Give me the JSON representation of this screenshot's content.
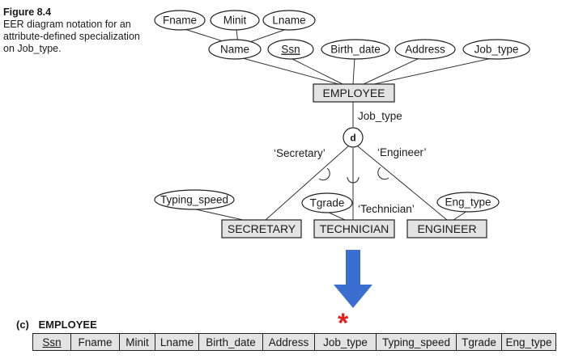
{
  "caption": {
    "figure": "Figure 8.4",
    "description": "EER diagram notation for an attribute-defined specialization on Job_type."
  },
  "diagram": {
    "attributes": {
      "fname": "Fname",
      "minit": "Minit",
      "lname": "Lname",
      "name": "Name",
      "ssn": "Ssn",
      "birth_date": "Birth_date",
      "address": "Address",
      "job_type": "Job_type",
      "typing_speed": "Typing_speed",
      "tgrade": "Tgrade",
      "eng_type": "Eng_type"
    },
    "entities": {
      "employee": "EMPLOYEE",
      "secretary": "SECRETARY",
      "technician": "TECHNICIAN",
      "engineer": "ENGINEER"
    },
    "defining_attribute": "Job_type",
    "disjoint_symbol": "d",
    "predicates": {
      "secretary": "‘Secretary’",
      "technician": "‘Technician’",
      "engineer": "‘Engineer’"
    }
  },
  "arrow_color": "#3a6fcf",
  "marker_color": "#e02020",
  "relation": {
    "label": "(c)",
    "name": "EMPLOYEE",
    "marker": "*",
    "columns": [
      "Ssn",
      "Fname",
      "Minit",
      "Lname",
      "Birth_date",
      "Address",
      "Job_type",
      "Typing_speed",
      "Tgrade",
      "Eng_type"
    ]
  }
}
